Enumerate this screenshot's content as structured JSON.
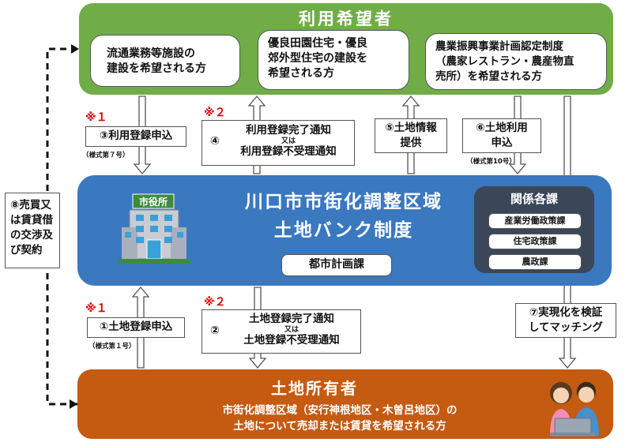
{
  "top": {
    "title": "利用希望者",
    "pills": [
      {
        "line1": "流通業務等施設の",
        "line2": "建設を希望される方",
        "line3": ""
      },
      {
        "line1": "優良田園住宅・優良",
        "line2": "郊外型住宅の建設を",
        "line3": "希望される方"
      },
      {
        "line1": "農業振興事業計画認定制度",
        "line2": "（農家レストラン・農産物直",
        "line3": "売所）を希望される方"
      }
    ]
  },
  "middle": {
    "title_line1": "川口市市街化調整区域",
    "title_line2": "土地バンク制度",
    "dept_main": "都市計画課",
    "city_hall_sign": "市役所",
    "related_title": "関係各課",
    "related_depts": [
      "産業労働政策課",
      "住宅政策課",
      "農政課"
    ]
  },
  "bottom": {
    "title": "土地所有者",
    "text_line1": "市街化調整区域（安行神根地区・木曽呂地区）の",
    "text_line2": "土地について売却または賃貸を希望される方"
  },
  "labels": {
    "step3": "③利用登録申込",
    "step3_form": "（様式第７号）",
    "step3_mark": "※１",
    "step4_num": "④",
    "step4_line1": "利用登録完了通知",
    "step4_or": "又は",
    "step4_line2": "利用登録不受理通知",
    "step4_mark": "※２",
    "step5_line1": "⑤土地情報",
    "step5_line2": "提供",
    "step6_line1": "⑥土地利用",
    "step6_line2": "申込",
    "step6_form": "（様式第10号）",
    "step1": "①土地登録申込",
    "step1_form": "（様式第１号）",
    "step1_mark": "※１",
    "step2_num": "②",
    "step2_line1": "土地登録完了通知",
    "step2_or": "又は",
    "step2_line2": "土地登録不受理通知",
    "step2_mark": "※２",
    "step7_line1": "⑦実現化を検証",
    "step7_line2": "してマッチング",
    "step8_line1": "⑧売買又",
    "step8_line2": "は賃貸借",
    "step8_line3": "の交渉及",
    "step8_line4": "び契約"
  },
  "colors": {
    "top_green": "#70ad47",
    "middle_blue": "#3a78c0",
    "related_dark": "#3b4759",
    "bottom_orange": "#c55a11",
    "mark_red": "#e00000"
  }
}
